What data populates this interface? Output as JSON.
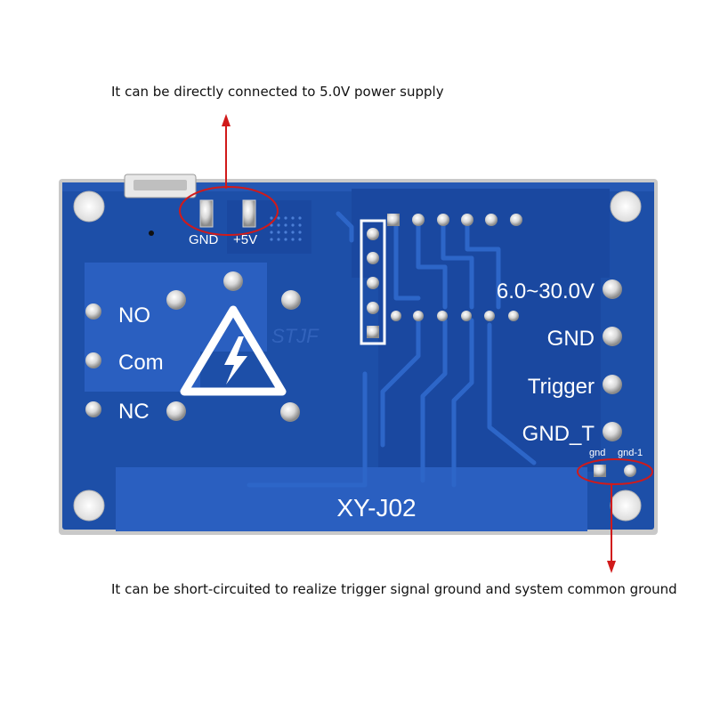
{
  "annotations": {
    "top": "It can be directly connected to 5.0V power supply",
    "bottom": "It can be short-circuited to realize trigger signal ground and system common ground"
  },
  "board": {
    "model": "XY-J02",
    "power_pads": {
      "gnd": "GND",
      "plus5v": "+5V"
    },
    "relay_labels": {
      "no": "NO",
      "com": "Com",
      "nc": "NC"
    },
    "terminal_labels": {
      "voltage": "6.0~30.0V",
      "gnd": "GND",
      "trigger": "Trigger",
      "gnd_t": "GND_T"
    },
    "jumper_labels": {
      "gnd": "gnd",
      "gnd1": "gnd-1"
    },
    "watermark": "STJF"
  },
  "colors": {
    "pcb": "#1d4fa8",
    "pcb_dark": "#183f8e",
    "trace": "#1a56b8",
    "silkscreen": "#ffffff",
    "annotation": "#d11a1a"
  },
  "icons": [
    "high-voltage-warning-icon",
    "arrow-up-icon",
    "arrow-down-icon"
  ]
}
